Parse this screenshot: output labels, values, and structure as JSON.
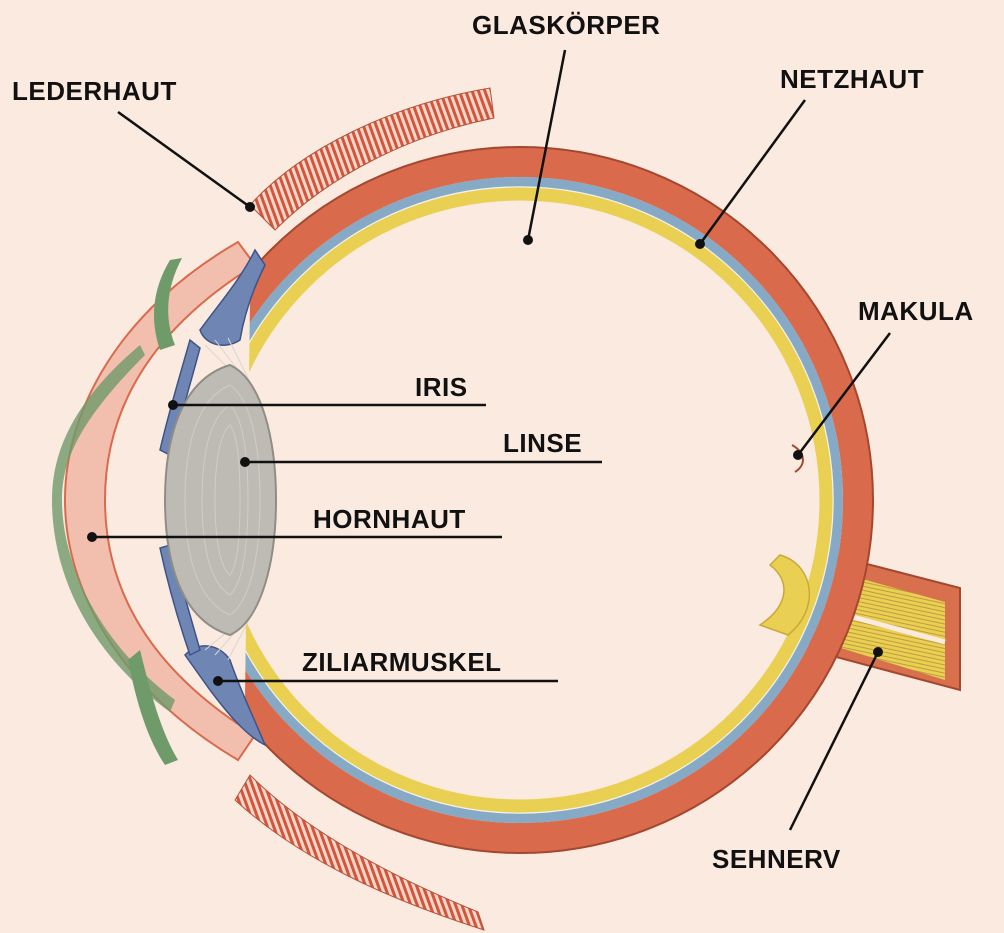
{
  "diagram": {
    "labels": {
      "lederhaut": "LEDERHAUT",
      "glaskoerper": "GLASKÖRPER",
      "netzhaut": "NETZHAUT",
      "makula": "MAKULA",
      "iris": "IRIS",
      "linse": "LINSE",
      "hornhaut": "HORNHAUT",
      "ziliarmuskel": "ZILIARMUSKEL",
      "sehnerv": "SEHNERV"
    }
  },
  "colors": {
    "background": "#fbeadf",
    "sclera": "#d96a4c",
    "choroid": "#86a9c6",
    "retina": "#e9cf52",
    "lens": "#bdbbb3",
    "cornea": "#f2bfae",
    "conjunctiva": "#6f9a6a",
    "leader": "#111111"
  }
}
